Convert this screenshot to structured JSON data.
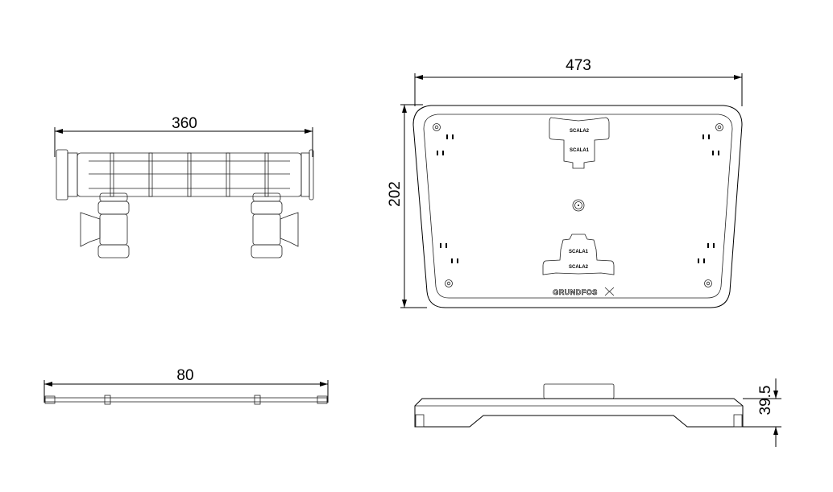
{
  "views": {
    "manifold_top": {
      "dimension": "360"
    },
    "manifold_side": {
      "dimension": "80"
    },
    "plate_top": {
      "width_dimension": "473",
      "height_dimension": "202",
      "upper_slot_labels": [
        "SCALA2",
        "SCALA1"
      ],
      "lower_slot_labels": [
        "SCALA1",
        "SCALA2"
      ],
      "logo": "GRUNDFOS"
    },
    "plate_side": {
      "height_dimension": "39.5"
    }
  }
}
